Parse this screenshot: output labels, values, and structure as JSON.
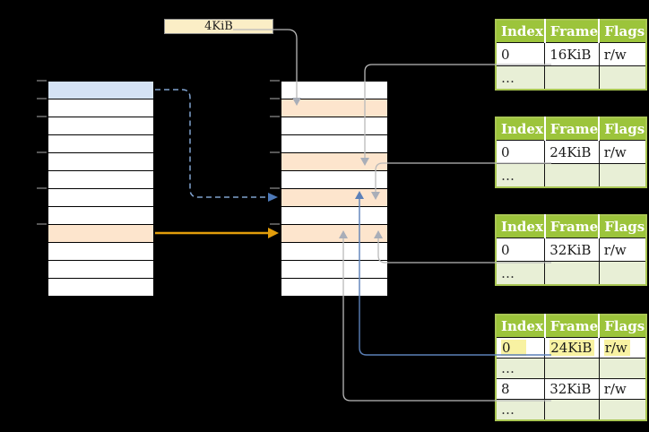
{
  "label_4kib": {
    "text": "4KiB"
  },
  "virtual_memory_column": {
    "rows": 12,
    "blue_page_row": 0,
    "orange_page_row": 8
  },
  "physical_memory_column": {
    "rows": 12,
    "page_table_frame_rows": [
      1,
      4,
      6,
      8
    ]
  },
  "tables": [
    {
      "name": "page-table-at-16KiB",
      "headers": [
        "Index",
        "Frame",
        "Flags"
      ],
      "rows": [
        {
          "cells": [
            "0",
            "16KiB",
            "r/w"
          ]
        },
        {
          "cells": [
            "…",
            "",
            ""
          ]
        }
      ]
    },
    {
      "name": "page-table-at-24KiB",
      "headers": [
        "Index",
        "Frame",
        "Flags"
      ],
      "rows": [
        {
          "cells": [
            "0",
            "24KiB",
            "r/w"
          ]
        },
        {
          "cells": [
            "…",
            "",
            ""
          ]
        }
      ]
    },
    {
      "name": "page-table-at-32KiB",
      "headers": [
        "Index",
        "Frame",
        "Flags"
      ],
      "rows": [
        {
          "cells": [
            "0",
            "32KiB",
            "r/w"
          ]
        },
        {
          "cells": [
            "…",
            "",
            ""
          ]
        }
      ]
    },
    {
      "name": "page-table-bottom",
      "headers": [
        "Index",
        "Frame",
        "Flags"
      ],
      "rows": [
        {
          "cells": [
            "0",
            "24KiB",
            "r/w"
          ],
          "highlighted": true
        },
        {
          "cells": [
            "…",
            "",
            ""
          ]
        },
        {
          "cells": [
            "8",
            "32KiB",
            "r/w"
          ]
        },
        {
          "cells": [
            "…",
            "",
            ""
          ]
        }
      ]
    }
  ],
  "colors": {
    "background": "#000000",
    "blue_page_fill": "#d5e3f5",
    "orange_page_fill": "#fde5cd",
    "label_fill": "#fbeec6",
    "table_header_green": "#9cc43b",
    "table_dots_row_green": "#e8efd6",
    "table_border_green": "#a9c653",
    "highlight_yellow": "#f8f2a2",
    "arrow_gray": "#b9b9b9",
    "arrow_blue_solid": "#5b80b8",
    "arrow_blue_dashed": "#7fa1ce",
    "arrow_orange": "#e29d0b"
  }
}
